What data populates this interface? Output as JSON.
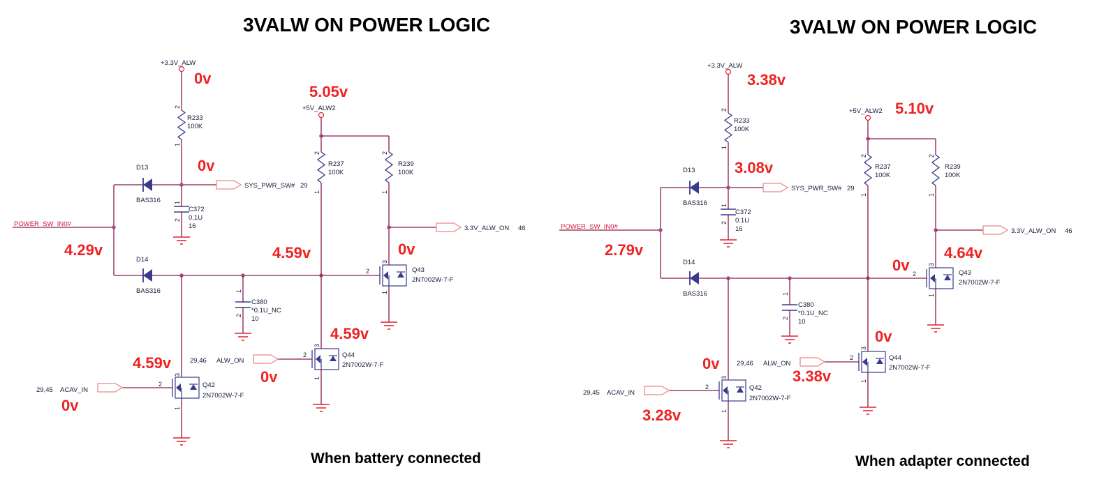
{
  "panels": [
    {
      "title": "3VALW ON POWER LOGIC",
      "caption": "When battery connected",
      "voltages": {
        "v3v3_alw": "0v",
        "v5v_alw2": "5.05v",
        "sys_pwr_sw": "0v",
        "power_sw_in": "4.29v",
        "d14_node": "4.59v",
        "q43_drain": "0v",
        "q44_drain": "4.59v",
        "q42_drain": "4.59v",
        "alw_on": "0v",
        "acav_in": "0v"
      }
    },
    {
      "title": "3VALW ON POWER LOGIC",
      "caption": "When adapter connected",
      "voltages": {
        "v3v3_alw": "3.38v",
        "v5v_alw2": "5.10v",
        "sys_pwr_sw": "3.08v",
        "power_sw_in": "2.79v",
        "d14_node": "0v",
        "q43_drain": "4.64v",
        "q44_drain": "0v",
        "q42_drain": "0v",
        "alw_on": "3.38v",
        "acav_in": "3.28v"
      }
    }
  ],
  "schematic": {
    "rail_3v3": "+3.3V_ALW",
    "rail_5v": "+5V_ALW2",
    "r233": {
      "ref": "R233",
      "value": "100K"
    },
    "r237": {
      "ref": "R237",
      "value": "100K"
    },
    "r239": {
      "ref": "R239",
      "value": "100K"
    },
    "c372": {
      "ref": "C372",
      "value": "0.1U",
      "rating": "16"
    },
    "c380": {
      "ref": "C380",
      "value": "*0.1U_NC",
      "rating": "10"
    },
    "d13": {
      "ref": "D13",
      "part": "BAS316"
    },
    "d14": {
      "ref": "D14",
      "part": "BAS316"
    },
    "q43": {
      "ref": "Q43",
      "part": "2N7002W-7-F"
    },
    "q44": {
      "ref": "Q44",
      "part": "2N7002W-7-F"
    },
    "q42": {
      "ref": "Q42",
      "part": "2N7002W-7-F"
    },
    "sys_pwr_sw": {
      "net": "SYS_PWR_SW#",
      "page": "29"
    },
    "power_sw_in": {
      "net": "POWER_SW_IN0#"
    },
    "alw_on_out": {
      "net": "3.3V_ALW_ON",
      "page": "46"
    },
    "alw_on_in": {
      "net": "ALW_ON",
      "page": "29,46"
    },
    "acav_in": {
      "net": "ACAV_IN",
      "page": "29,45"
    },
    "pins": {
      "p1": "1",
      "p2": "2",
      "p3": "3"
    }
  },
  "colors": {
    "wire": "#8b1a48",
    "component": "#3a3a8c",
    "ground": "#e02030",
    "port": "#e88a8a",
    "junction": "#a0508a",
    "voltage": "#ee2222"
  }
}
